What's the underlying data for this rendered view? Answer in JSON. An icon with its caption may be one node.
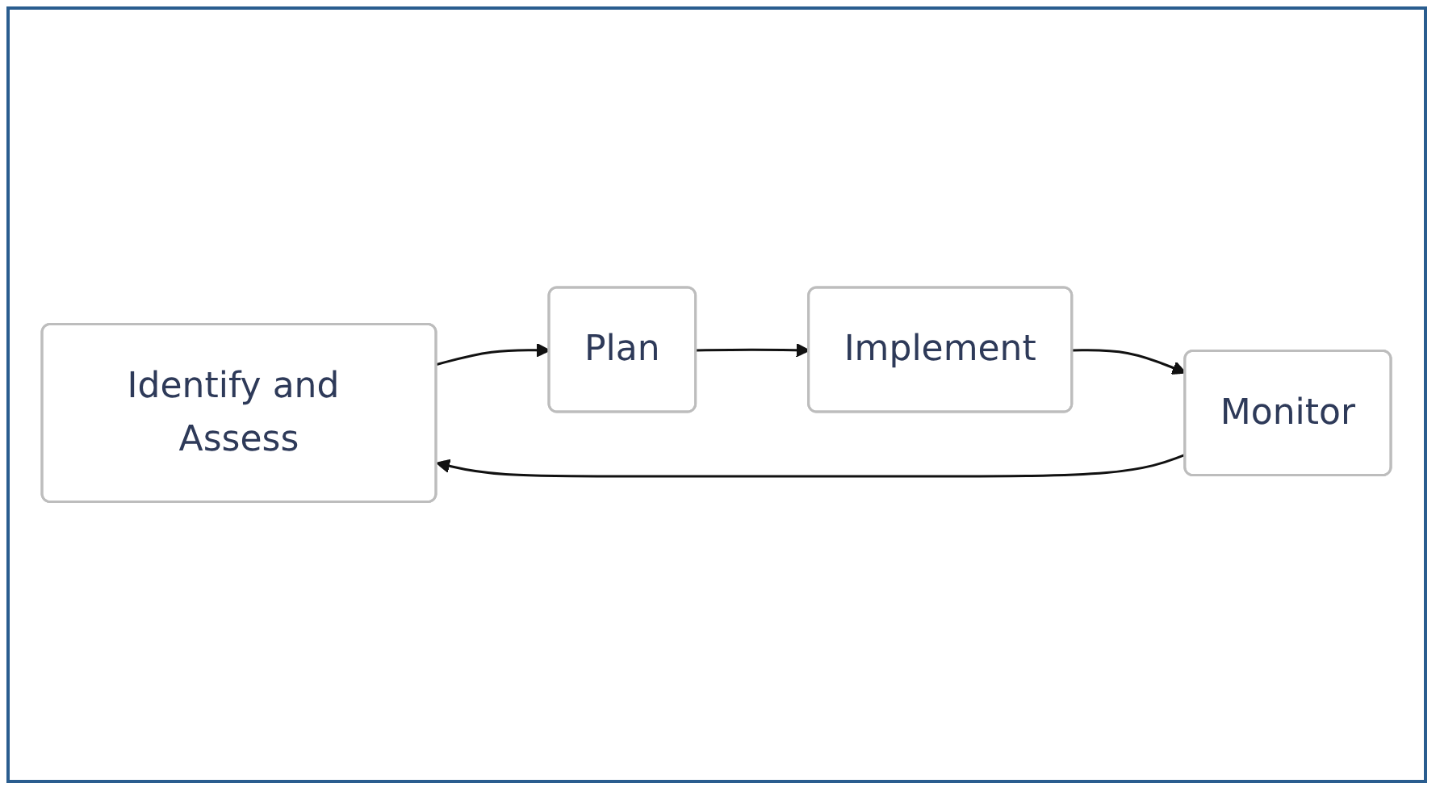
{
  "diagram": {
    "nodes": [
      {
        "text": [
          "Identify and Assess"
        ]
      },
      {
        "text": [
          "Plan"
        ]
      },
      {
        "text": [
          "Implement"
        ]
      },
      {
        "text": [
          "Monitor"
        ]
      }
    ],
    "edges": [
      {
        "from": 0,
        "to": 1,
        "arrow": "to"
      },
      {
        "from": 1,
        "to": 2,
        "arrow": "to"
      },
      {
        "from": 2,
        "to": 3,
        "arrow": "to"
      },
      {
        "from": 3,
        "to": 0,
        "arrow": "to"
      }
    ]
  }
}
